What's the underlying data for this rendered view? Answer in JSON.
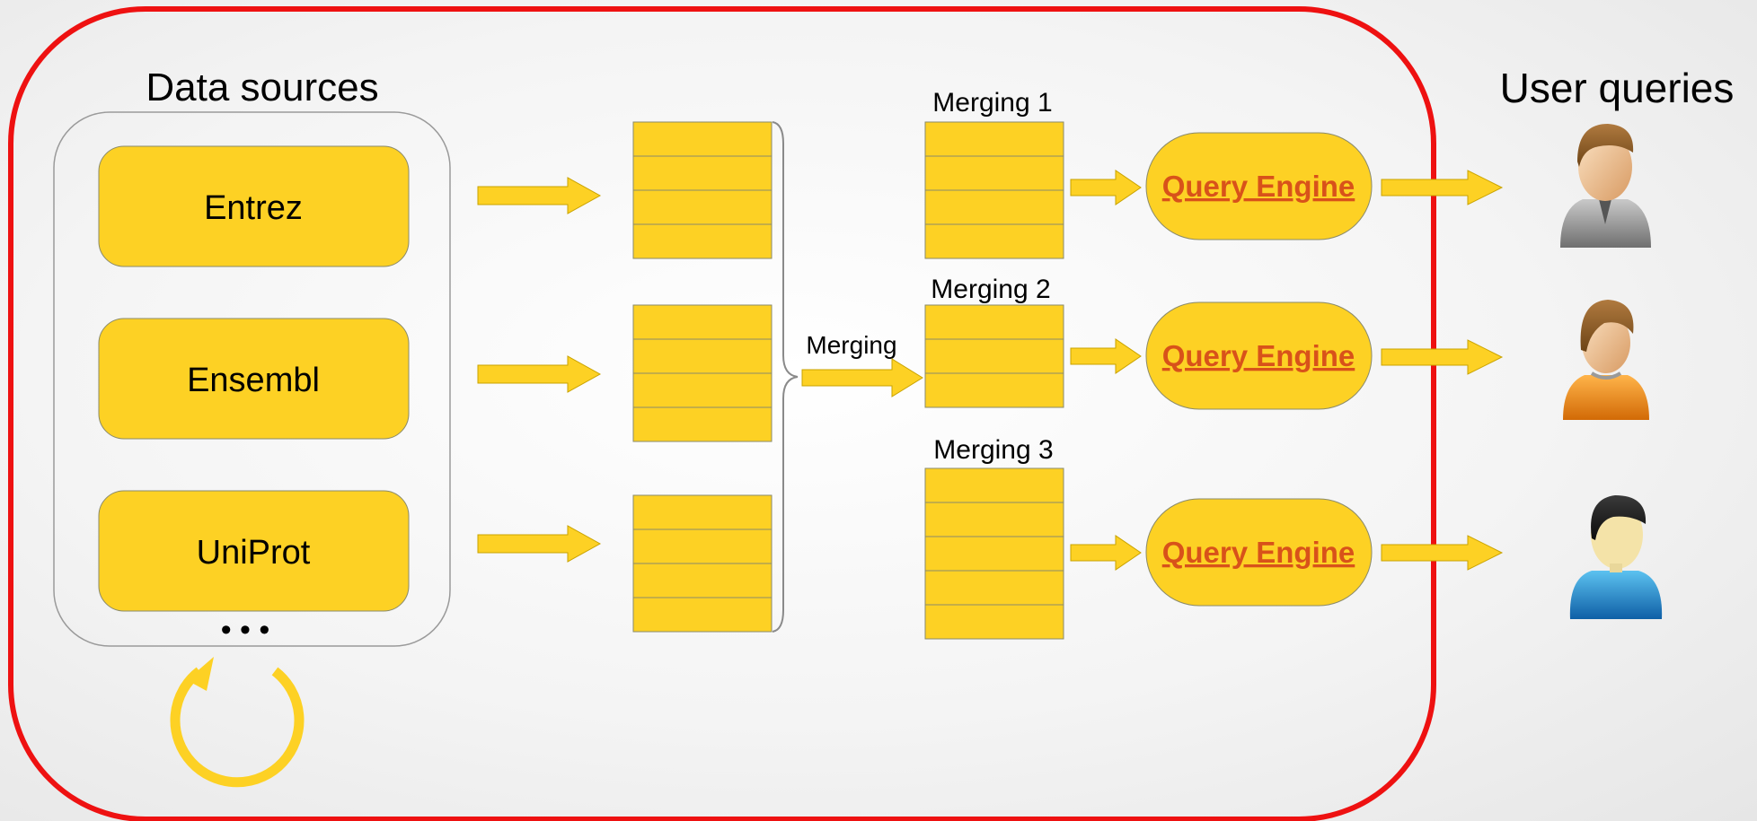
{
  "headings": {
    "data_sources": "Data sources",
    "user_queries": "User queries"
  },
  "sources": [
    "Entrez",
    "Ensembl",
    "UniProt"
  ],
  "sources_more": "• • •",
  "merge_label": "Merging",
  "mergings": [
    "Merging 1",
    "Merging 2",
    "Merging 3"
  ],
  "engines": [
    "Query Engine",
    "Query Engine",
    "Query Engine"
  ],
  "users": [
    "user-icon",
    "user-icon",
    "user-icon"
  ],
  "colors": {
    "frame": "#ee1111",
    "block_fill": "#fdd124",
    "block_stroke": "#8a8a6a",
    "engine_text": "#d8521a"
  }
}
